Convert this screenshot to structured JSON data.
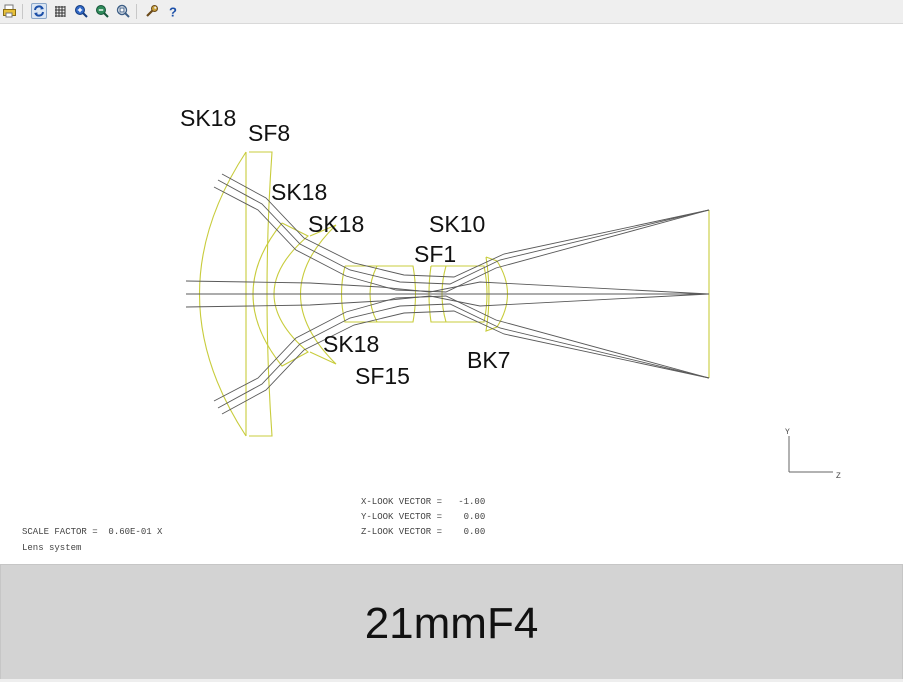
{
  "toolbar": {
    "buttons": [
      {
        "icon": "print-icon"
      },
      {
        "icon": "refresh-icon",
        "active": true
      },
      {
        "icon": "grid-icon"
      },
      {
        "icon": "zoom-in-icon"
      },
      {
        "icon": "zoom-out-icon"
      },
      {
        "icon": "zoom-fit-icon"
      },
      {
        "icon": "settings-wrench-icon"
      },
      {
        "icon": "help-icon"
      }
    ]
  },
  "colors": {
    "lens": "#c8cc3c",
    "ray": "#5a5a5a",
    "text": "#111111",
    "small_text": "#444444",
    "caption_bar": "#d3d3d3"
  },
  "glass_labels": {
    "sk18_a": "SK18",
    "sf8": "SF8",
    "sk18_b": "SK18",
    "sk18_c": "SK18",
    "sk10": "SK10",
    "sf1": "SF1",
    "sk18_d": "SK18",
    "bk7": "BK7",
    "sf15": "SF15"
  },
  "axes": {
    "y": "Y",
    "z": "Z"
  },
  "look_vectors": {
    "x": "X-LOOK VECTOR =   -1.00",
    "y": "Y-LOOK VECTOR =    0.00",
    "z": "Z-LOOK VECTOR =    0.00"
  },
  "scale_factor": "SCALE FACTOR =  0.60E-01 X",
  "system_name": "Lens system",
  "caption": "21mmF4"
}
